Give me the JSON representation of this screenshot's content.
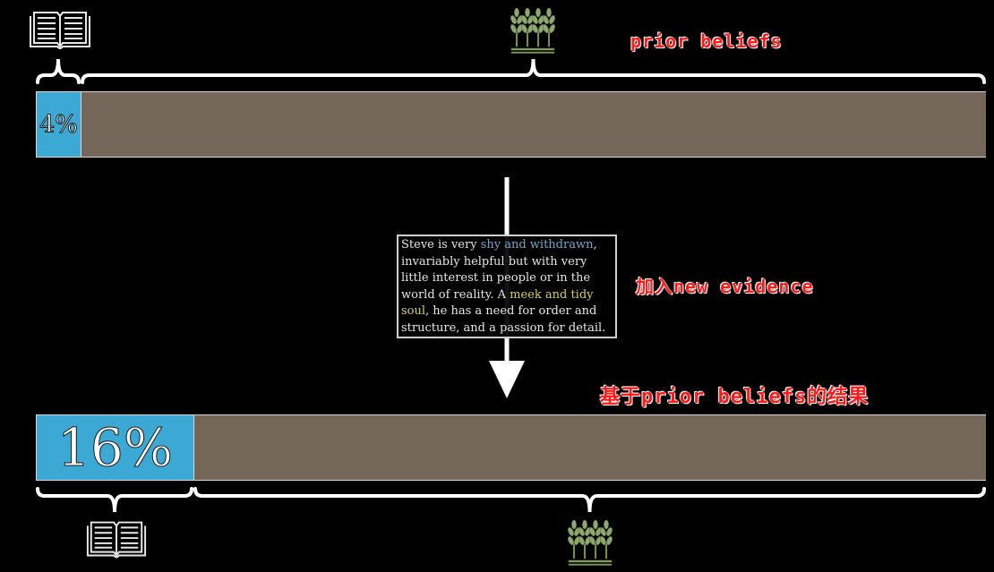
{
  "colors": {
    "background": "#000000",
    "librarian": "#3ba9d3",
    "farmer": "#746659",
    "caption_red": "#ff1a1a",
    "highlight_blue": "#6fa9c9",
    "highlight_yellow": "#d8cf5a"
  },
  "icons": {
    "librarian": "open-book-icon",
    "farmer": "wheat-icon"
  },
  "top_bar": {
    "librarian_fraction": 0.046,
    "label": "4%"
  },
  "bottom_bar": {
    "librarian_fraction": 0.165,
    "label": "16%"
  },
  "captions": {
    "prior": "prior beliefs",
    "new_evidence": "加入new evidence",
    "result": "基于prior beliefs的结果"
  },
  "evidence": {
    "t1": "Steve is very ",
    "h1": "shy and withdrawn",
    "t2": ", invariably helpful but with very little interest in people or in the world of reality. A ",
    "h2": "meek and tidy soul",
    "t3": ", he has a need for order and structure, and a passion for detail."
  }
}
